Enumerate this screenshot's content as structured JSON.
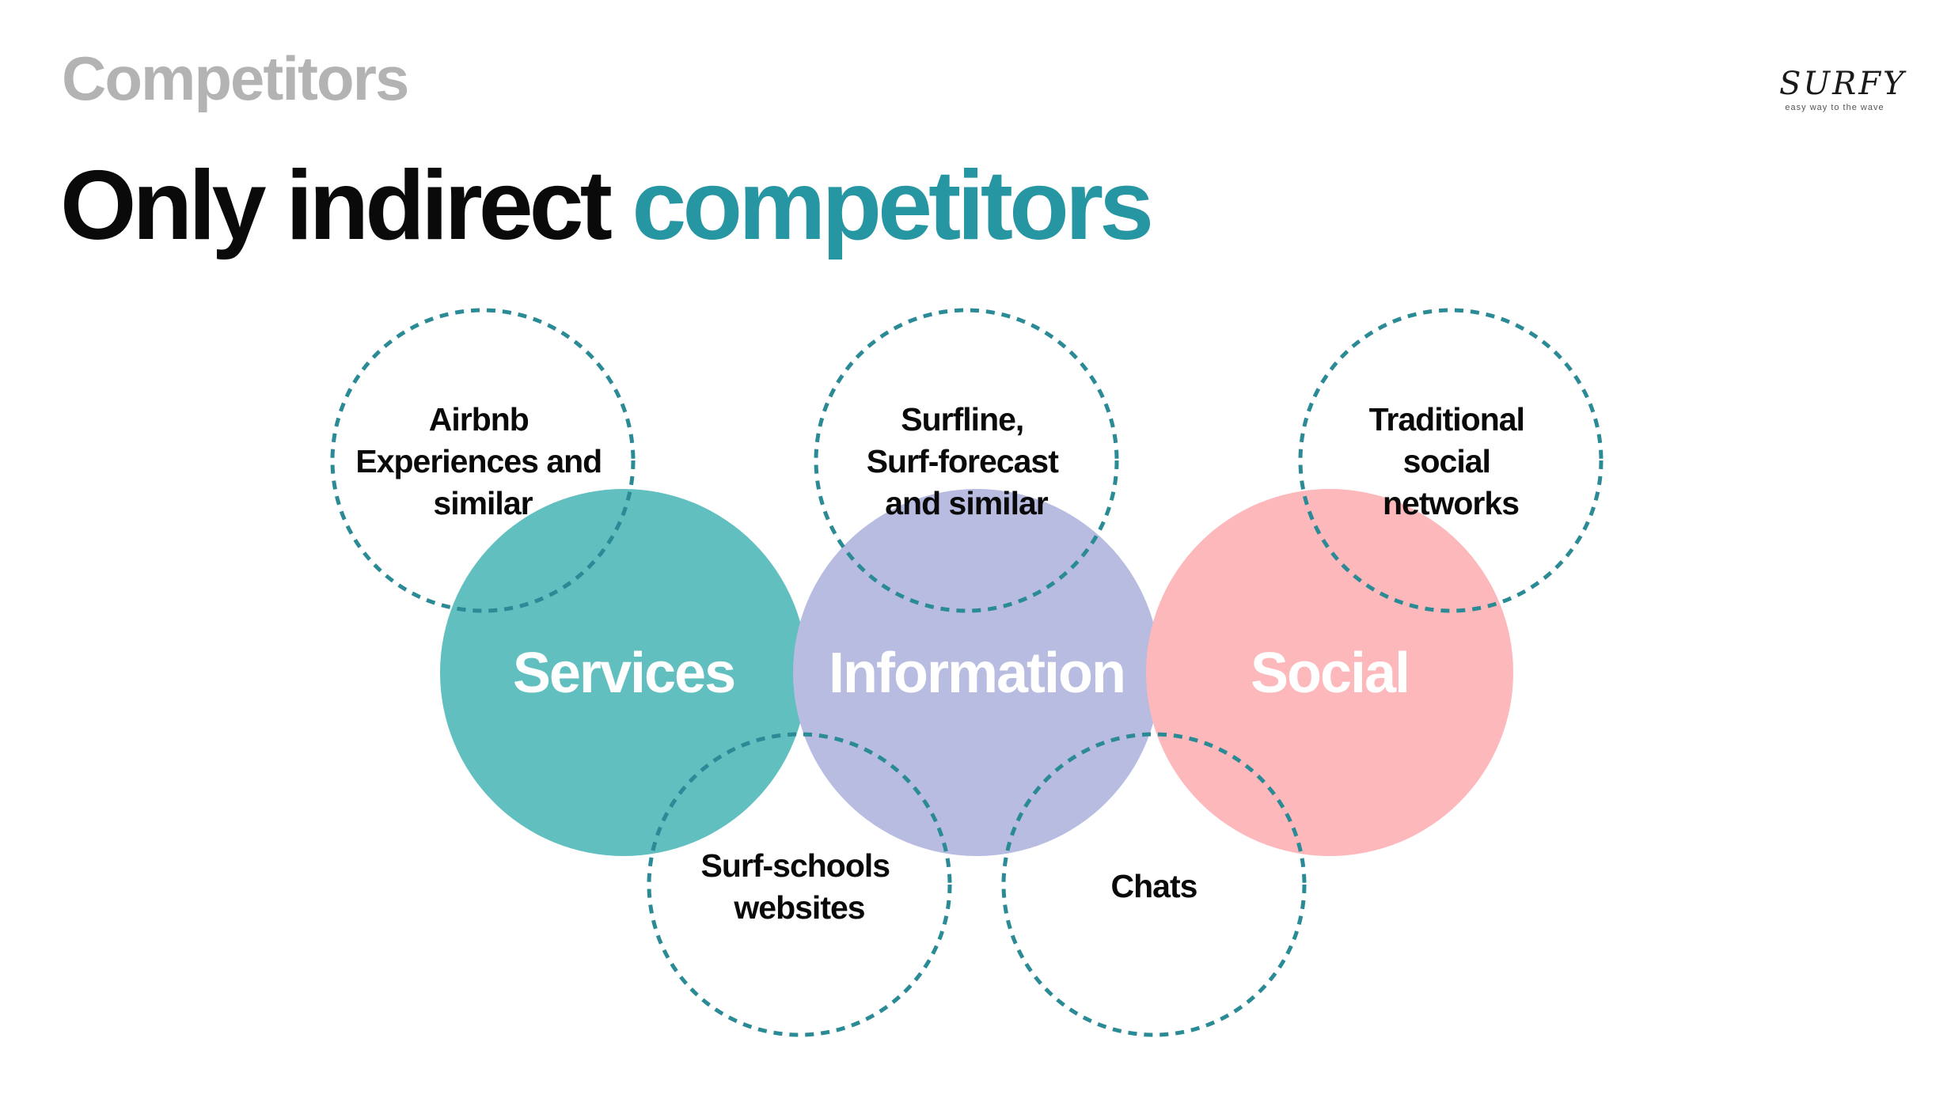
{
  "header": {
    "section": "Competitors",
    "title_main": "Only indirect ",
    "title_accent": "competitors"
  },
  "logo": {
    "wordmark": "SURFY",
    "tagline": "easy way to the wave"
  },
  "colors": {
    "accent": "#2696a3",
    "services": "#61bfc0",
    "information": "#b7bce0",
    "social": "#fdb8bb",
    "dashed": "#2a8a95",
    "section_gray": "#b3b3b3"
  },
  "categories": {
    "services": "Services",
    "information": "Information",
    "social": "Social"
  },
  "competitors": {
    "airbnb": [
      "Airbnb",
      "Experiences and",
      "similar"
    ],
    "surfline": [
      "Surfline,",
      "Surf-forecast",
      "and similar"
    ],
    "traditional": [
      "Traditional",
      "social",
      "networks"
    ],
    "surf_schools": [
      "Surf-schools",
      "websites"
    ],
    "chats": [
      "Chats"
    ]
  }
}
